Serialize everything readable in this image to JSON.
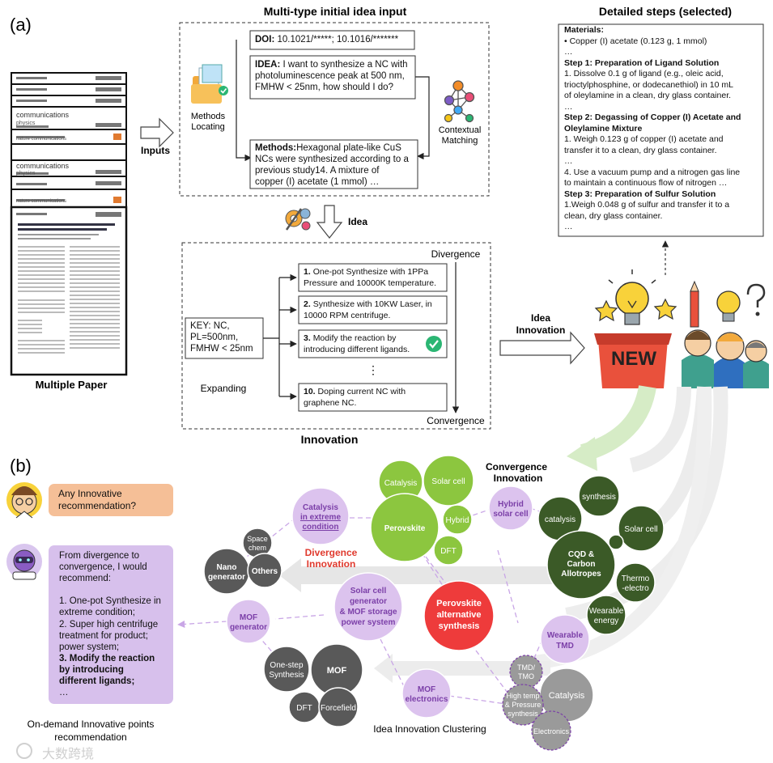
{
  "panel_a": {
    "label": "(a)",
    "input_title": "Multi-type initial idea input",
    "doi_label": "DOI:",
    "doi_text": "10.1021/*****; 10.1016/*******",
    "idea_label": "IDEA:",
    "idea_lines": [
      "I want to synthesize a NC with",
      "photoluminescence peak at 500 nm,",
      "FMHW < 25nm, how should I do?"
    ],
    "methods_label": "Methods:",
    "methods_lines": [
      "Hexagonal plate-like CuS",
      "NCs were synthesized according to a",
      "previous study14. A mixture of",
      "copper (I) acetate (1 mmol) …"
    ],
    "methods_locating": [
      "Methods",
      "Locating"
    ],
    "contextual_matching": [
      "Contextual",
      "Matching"
    ],
    "inputs_label": "Inputs",
    "multiple_paper": "Multiple Paper",
    "idea_arrow_label": "Idea",
    "innovation_title": "Innovation",
    "divergence": "Divergence",
    "convergence": "Convergence",
    "expanding": "Expanding",
    "key_lines": [
      "KEY: NC,",
      "PL=500nm,",
      "FMHW < 25nm"
    ],
    "options": [
      {
        "num": "1.",
        "lines": [
          "One-pot Synthesize with 1PPa",
          "Pressure and 10000K temperature."
        ]
      },
      {
        "num": "2.",
        "lines": [
          "Synthesize with 10KW Laser, in",
          "10000 RPM centrifuge."
        ]
      },
      {
        "num": "3.",
        "lines": [
          "Modify the reaction by",
          "introducing different ligands."
        ]
      },
      {
        "num": "10.",
        "lines": [
          "Doping current NC with",
          "graphene NC."
        ]
      }
    ],
    "ellipsis": "⋮",
    "idea_innovation": [
      "Idea",
      "Innovation"
    ],
    "new_label": "NEW",
    "steps_title": "Detailed steps (selected)",
    "steps_lines": [
      {
        "text": "Materials:",
        "bold": true
      },
      {
        "text": "• Copper (I) acetate (0.123 g, 1 mmol)",
        "bold": false
      },
      {
        "text": "…",
        "bold": false
      },
      {
        "text": "Step 1: Preparation of Ligand Solution",
        "bold": true
      },
      {
        "text": "1. Dissolve 0.1 g of ligand (e.g., oleic acid,",
        "bold": false
      },
      {
        "text": "trioctylphosphine, or dodecanethiol) in 10 mL",
        "bold": false
      },
      {
        "text": "of oleylamine in a clean, dry glass container.",
        "bold": false
      },
      {
        "text": "…",
        "bold": false
      },
      {
        "text": "Step 2: Degassing of Copper (I) Acetate and",
        "bold": true
      },
      {
        "text": "Oleylamine Mixture",
        "bold": true
      },
      {
        "text": "1. Weigh 0.123 g of copper (I) acetate and",
        "bold": false
      },
      {
        "text": "transfer it to a clean, dry glass container.",
        "bold": false
      },
      {
        "text": "…",
        "bold": false
      },
      {
        "text": "4. Use a vacuum pump and a nitrogen gas line",
        "bold": false
      },
      {
        "text": "to maintain a continuous flow of nitrogen …",
        "bold": false
      },
      {
        "text": "Step 3: Preparation of Sulfur Solution",
        "bold": true
      },
      {
        "text": "1.Weigh 0.048 g of sulfur and transfer it to a",
        "bold": false
      },
      {
        "text": "clean, dry glass container.",
        "bold": false
      },
      {
        "text": "…",
        "bold": false
      }
    ],
    "paper_labels": [
      "communications",
      "physics",
      "communications",
      "physics",
      "nature communications",
      "nature communications"
    ]
  },
  "panel_b": {
    "label": "(b)",
    "question": [
      "Any Innovative",
      "recommendation?"
    ],
    "answer_lines": [
      {
        "text": "From divergence to",
        "bold": false
      },
      {
        "text": "convergence, I would",
        "bold": false
      },
      {
        "text": "recommend:",
        "bold": false
      },
      {
        "text": "",
        "bold": false
      },
      {
        "text": "1. One-pot Synthesize in",
        "bold": false
      },
      {
        "text": "extreme condition;",
        "bold": false
      },
      {
        "text": "2. Super high centrifuge",
        "bold": false
      },
      {
        "text": "treatment for product;",
        "bold": false
      },
      {
        "text": "power system;",
        "bold": false
      },
      {
        "text": "3. Modify the reaction",
        "bold": true
      },
      {
        "text": "by introducing",
        "bold": true
      },
      {
        "text": "different ligands;",
        "bold": true
      },
      {
        "text": "…",
        "bold": false
      }
    ],
    "ondemand": [
      "On-demand Innovative points",
      "recommendation"
    ],
    "clustering_title": "Idea Innovation Clustering",
    "convergence_innovation": [
      "Convergence",
      "Innovation"
    ],
    "divergence_innovation": [
      "Divergence",
      "Innovation"
    ],
    "bubbles": {
      "catalysis_green": "Catalysis",
      "solar_cell_green": "Solar cell",
      "perovskite": "Perovskite",
      "hybrid": "Hybrid",
      "dft_green": "DFT",
      "catalysis_extreme": [
        "Catalysis",
        "in extreme",
        "condition"
      ],
      "hybrid_solar": [
        "Hybrid",
        "solar cell"
      ],
      "synthesis_dark": "synthesis",
      "catalysis_dark": "catalysis",
      "solar_cell_dark": "Solar cell",
      "cqd": [
        "CQD &",
        "Carbon",
        "Allotropes"
      ],
      "thermo": [
        "Thermo",
        "-electro"
      ],
      "wearable_energy": [
        "Wearable",
        "energy"
      ],
      "space_chem": [
        "Space",
        "chem"
      ],
      "nano_generator": [
        "Nano",
        "generator"
      ],
      "others": "Others",
      "solar_mof": [
        "Solar cell",
        "generator",
        "& MOF storage",
        "power system"
      ],
      "perovskite_alt": [
        "Perovskite",
        "alternative",
        "synthesis"
      ],
      "mof_generator": [
        "MOF",
        "generator"
      ],
      "wearable_tmd": [
        "Wearable",
        "TMD"
      ],
      "tmd": [
        "TMD/",
        "TMO"
      ],
      "catalysis_grey": "Catalysis",
      "high_temp": [
        "High temp",
        "& Pressure",
        "synthesis"
      ],
      "electronics": "Electronics",
      "one_step": [
        "One-step",
        "Synthesis"
      ],
      "mof": "MOF",
      "dft_dark": "DFT",
      "forcefield": "Forcefield",
      "mof_electronics": [
        "MOF",
        "electronics"
      ]
    },
    "colors": {
      "green": "#8cc63f",
      "lavender": "#dcc3ee",
      "dark_green": "#3b5a27",
      "dark_grey": "#595959",
      "grey": "#9a9a9a",
      "red": "#ee3b3b",
      "purple_text": "#7b3fa8",
      "red_text": "#e03a2e",
      "question_bg": "#f5bf97",
      "answer_bg": "#d7c0ec"
    }
  },
  "watermark": "大数跨境"
}
